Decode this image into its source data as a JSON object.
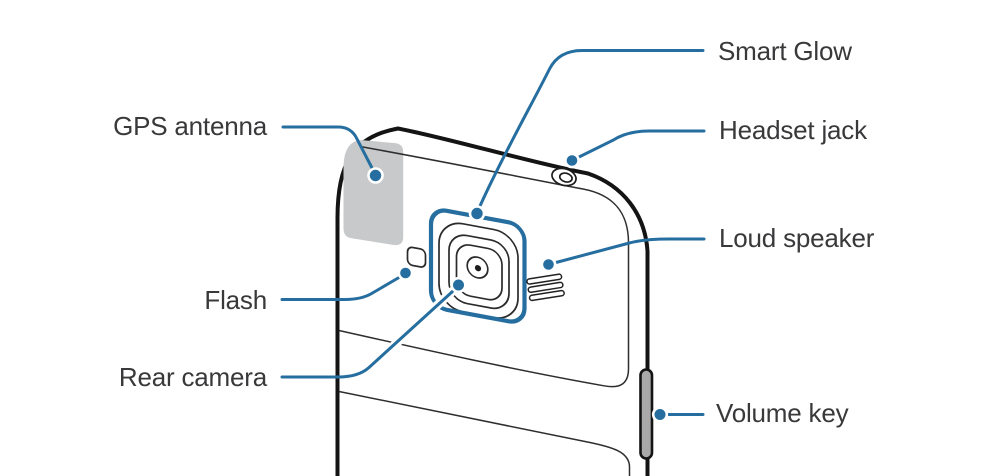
{
  "diagram": {
    "labels": [
      {
        "id": "smart-glow",
        "text": "Smart Glow"
      },
      {
        "id": "gps-antenna",
        "text": "GPS antenna"
      },
      {
        "id": "headset-jack",
        "text": "Headset jack"
      },
      {
        "id": "loud-speaker",
        "text": "Loud speaker"
      },
      {
        "id": "flash",
        "text": "Flash"
      },
      {
        "id": "rear-camera",
        "text": "Rear camera"
      },
      {
        "id": "volume-key",
        "text": "Volume key"
      }
    ],
    "colors": {
      "leader_line": "#256e9f",
      "label_text": "#39383a",
      "phone_outline": "#141414",
      "antenna_patch": "#c7c9ca",
      "background": "#ffffff"
    }
  }
}
